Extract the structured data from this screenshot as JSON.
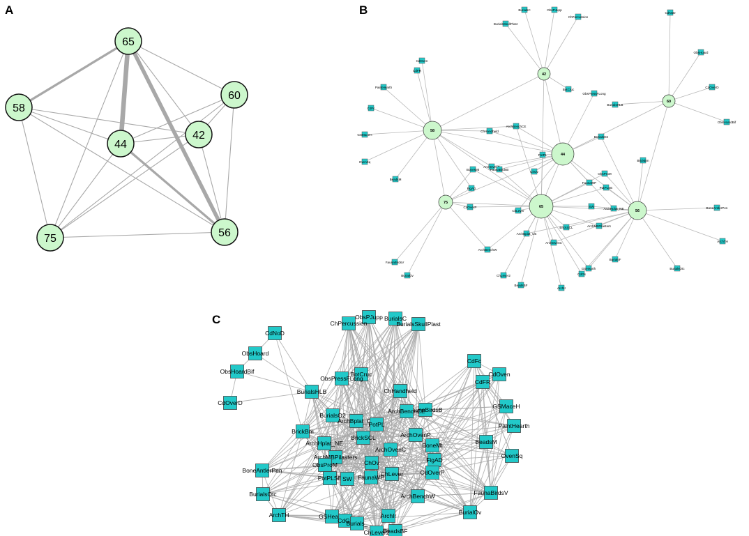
{
  "panels": {
    "a": {
      "letter": "A"
    },
    "b": {
      "letter": "B"
    },
    "c": {
      "letter": "C"
    }
  },
  "colors": {
    "community_node": "#ccf7cc",
    "variable_node": "#22c9c9",
    "edge": "#a8a8a8",
    "node_stroke": "#111111"
  },
  "panel_a": {
    "nodes": [
      "65",
      "60",
      "58",
      "44",
      "42",
      "75",
      "56"
    ],
    "edges": [
      [
        "65",
        "58",
        3
      ],
      [
        "65",
        "44",
        6
      ],
      [
        "65",
        "56",
        5
      ],
      [
        "65",
        "60",
        1
      ],
      [
        "65",
        "42",
        1
      ],
      [
        "65",
        "75",
        1
      ],
      [
        "58",
        "44",
        1
      ],
      [
        "58",
        "42",
        1
      ],
      [
        "58",
        "75",
        1
      ],
      [
        "58",
        "56",
        1
      ],
      [
        "60",
        "44",
        1
      ],
      [
        "60",
        "56",
        1
      ],
      [
        "60",
        "75",
        1
      ],
      [
        "60",
        "42",
        1
      ],
      [
        "44",
        "42",
        1
      ],
      [
        "44",
        "56",
        3
      ],
      [
        "44",
        "75",
        1
      ],
      [
        "42",
        "75",
        1
      ],
      [
        "42",
        "56",
        1
      ],
      [
        "75",
        "56",
        1
      ]
    ]
  },
  "panel_b": {
    "community_nodes": [
      "42",
      "58",
      "44",
      "60",
      "75",
      "65",
      "56"
    ],
    "variable_nodes": [
      "BurialsSkullPlast",
      "BurialsC",
      "ObsPJupp",
      "ChPercussion",
      "CdNoD",
      "ObsHoard",
      "CdOverD",
      "ObsHoardBif",
      "CdOven",
      "CdFR",
      "PaintHearth",
      "CdFc",
      "GSMaceH",
      "OvenSq",
      "BeadsM",
      "BotCruc",
      "ObsPressFLong",
      "BurialsHLB",
      "ArchBenchCE",
      "ChHandheld",
      "BurialsO2",
      "ArchOvenP",
      "PotPL",
      "BonesMt",
      "FaunaBirdsB",
      "ChOv",
      "BrickBm",
      "ObsProM",
      "FaunaWP",
      "PotPLSE",
      "FigAD",
      "CdOverP",
      "ChLever",
      "SW",
      "ArchHplat_NE",
      "BoneAntlerPen",
      "ArchBplat_CE",
      "BrickSCL",
      "ArchMBPilasters",
      "ArchOvenC",
      "FaunaBirdsV",
      "ArchBenchW",
      "BurialsF",
      "ArchTH",
      "ChLever2",
      "GSHearth",
      "BurialsOtc",
      "BeadsBF",
      "CdGs",
      "ArchIr",
      "BurialOv"
    ]
  },
  "panel_c": {
    "nodes": [
      "ObsPJupp",
      "BurialsC",
      "ChPercussion",
      "BurialsSkullPlast",
      "CdNoD",
      "ObsHoard",
      "ObsHoardBif",
      "CdOverD",
      "BotCruc",
      "ObsPressFLong",
      "BurialsHLB",
      "ChHandheld",
      "CdFc",
      "CdFR",
      "CdOven",
      "GSMaceH",
      "PaintHearth",
      "BeadsM",
      "OvenSq",
      "FaunaBirdsB",
      "ArchBenchCE",
      "BurialsO2",
      "ArchBplat_CE",
      "PotPL",
      "BrickBm",
      "ArchHplat_NE",
      "BrickSCL",
      "ArchOvenP",
      "BoneMt",
      "ArchMBPilasters",
      "ArchOvenC",
      "ObsProM",
      "ChOv",
      "FigAD",
      "BoneAntlerPen",
      "PotPLSE",
      "SW",
      "ChLever",
      "FaunaWP",
      "CdOverP",
      "BurialsOtc",
      "FaunaBirdsV",
      "ArchBenchW",
      "GSHearth",
      "ArchTH",
      "CdGs",
      "Burials_",
      "ArchIr",
      "ChLever2",
      "BeadsBF",
      "BurialOv"
    ]
  }
}
